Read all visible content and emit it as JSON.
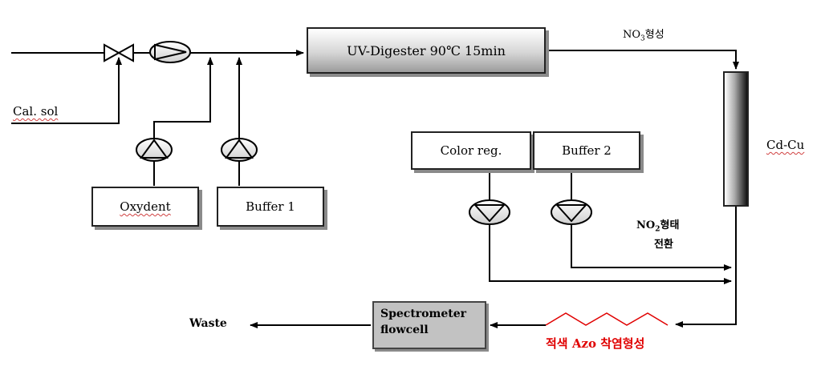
{
  "inlet": {
    "cal_sol": "Cal. sol"
  },
  "digester": {
    "label": "UV-Digester 90℃ 15min"
  },
  "reagents": {
    "oxydent": "Oxydent",
    "buffer1": "Buffer 1",
    "color_reg": "Color reg.",
    "buffer2": "Buffer 2"
  },
  "column": {
    "label": "Cd-Cu"
  },
  "annotations": {
    "no3_formation_chem": "NO",
    "no3_formation_sub": "3",
    "no3_formation_kor": "형성",
    "no2_conversion_chem": "NO",
    "no2_conversion_sub": "2",
    "no2_conversion_kor1": "형태",
    "no2_conversion_kor2": "전환",
    "azo_dye": "적색 Azo 착염형성"
  },
  "detector": {
    "line1": "Spectrometer",
    "line2": "flowcell"
  },
  "outlet": {
    "waste": "Waste"
  },
  "colors": {
    "line": "#000000",
    "highlight_red": "#e00000",
    "box_shadow": "#8a8a8a"
  }
}
